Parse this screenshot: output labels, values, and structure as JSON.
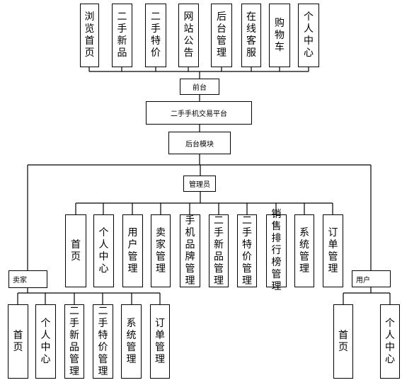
{
  "diagram": {
    "front_modules": [
      "浏览首页",
      "二手新品",
      "二手特价",
      "网站公告",
      "后台管理",
      "在线客服",
      "购物车",
      "个人中心"
    ],
    "front_label": "前台",
    "root": "二手手机交易平台",
    "backend": "后台模块",
    "admin": "管理员",
    "admin_modules": [
      "首页",
      "个人中心",
      "用户管理",
      "卖家管理",
      "手机品牌管理",
      "二手新品管理",
      "二手特价管理",
      "销售排行榜管理",
      "系统管理",
      "订单管理"
    ],
    "seller": "卖家",
    "seller_modules": [
      "首页",
      "个人中心",
      "二手新品管理",
      "二手特价管理",
      "系统管理",
      "订单管理"
    ],
    "user": "用户",
    "user_modules": [
      "首页",
      "个人中心"
    ]
  }
}
